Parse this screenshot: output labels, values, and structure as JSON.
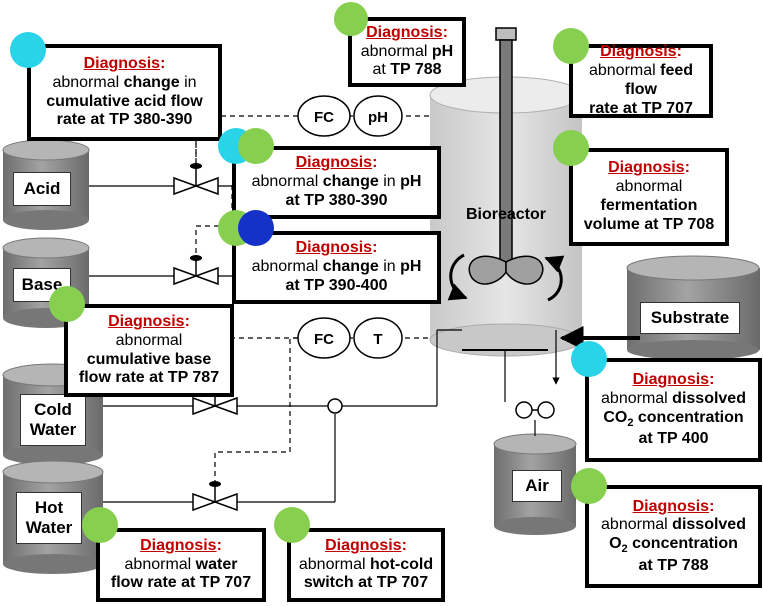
{
  "diagram": {
    "tanks": {
      "acid": "Acid",
      "base": "Base",
      "cold_water": [
        "Cold",
        "Water"
      ],
      "hot_water": [
        "Hot",
        "Water"
      ],
      "air": "Air",
      "substrate": "Substrate",
      "bioreactor": "Bioreactor"
    },
    "controllers": {
      "fc_top": "FC",
      "ph": "pH",
      "fc_bottom": "FC",
      "temp": "T"
    },
    "diagnoses": [
      {
        "id": "acid-flow",
        "header": "Diagnosis",
        "lines": [
          [
            [
              "abnormal ",
              0
            ],
            [
              "change",
              1
            ],
            [
              " in",
              0
            ]
          ],
          [
            [
              "cumulative acid flow",
              1
            ]
          ],
          [
            [
              "rate at TP 380-390",
              1
            ]
          ]
        ],
        "dots": [
          "#29d3e8"
        ]
      },
      {
        "id": "ph-788",
        "header": "Diagnosis",
        "lines": [
          [
            [
              "abnormal ",
              0
            ],
            [
              "pH",
              1
            ]
          ],
          [
            [
              "at ",
              0
            ],
            [
              "TP 788",
              1
            ]
          ]
        ],
        "dots": [
          "#86cf4f"
        ]
      },
      {
        "id": "feed-flow",
        "header": "Diagnosis",
        "lines": [
          [
            [
              "abnormal ",
              0
            ],
            [
              "feed flow",
              1
            ]
          ],
          [
            [
              "rate at TP 707",
              1
            ]
          ]
        ],
        "dots": [
          "#86cf4f"
        ]
      },
      {
        "id": "ph-change-380",
        "header": "Diagnosis",
        "lines": [
          [
            [
              "abnormal ",
              0
            ],
            [
              "change",
              1
            ],
            [
              " in ",
              0
            ],
            [
              "pH",
              1
            ]
          ],
          [
            [
              "at TP 380-390",
              1
            ]
          ]
        ],
        "dots": [
          "#29d3e8",
          "#86cf4f"
        ]
      },
      {
        "id": "fermentation-volume",
        "header": "Diagnosis",
        "lines": [
          [
            [
              "abnormal",
              0
            ]
          ],
          [
            [
              "fermentation",
              1
            ]
          ],
          [
            [
              "volume at TP 708",
              1
            ]
          ]
        ],
        "dots": [
          "#86cf4f"
        ]
      },
      {
        "id": "ph-change-390",
        "header": "Diagnosis",
        "lines": [
          [
            [
              "abnormal ",
              0
            ],
            [
              "change",
              1
            ],
            [
              " in ",
              0
            ],
            [
              "pH",
              1
            ]
          ],
          [
            [
              "at TP 390-400",
              1
            ]
          ]
        ],
        "dots": [
          "#86cf4f",
          "#1432c8"
        ]
      },
      {
        "id": "base-flow",
        "header": "Diagnosis",
        "lines": [
          [
            [
              "abnormal",
              0
            ]
          ],
          [
            [
              "cumulative base",
              1
            ]
          ],
          [
            [
              "flow rate at TP 787",
              1
            ]
          ]
        ],
        "dots": [
          "#86cf4f"
        ]
      },
      {
        "id": "co2",
        "header": "Diagnosis",
        "lines": [
          [
            [
              "abnormal ",
              0
            ],
            [
              "dissolved",
              1
            ]
          ],
          [
            [
              "CO",
              1
            ],
            [
              "2",
              2
            ],
            [
              " concentration",
              1
            ]
          ],
          [
            [
              "at TP 400",
              1
            ]
          ]
        ],
        "dots": [
          "#29d3e8"
        ]
      },
      {
        "id": "o2",
        "header": "Diagnosis",
        "lines": [
          [
            [
              "abnormal ",
              0
            ],
            [
              "dissolved",
              1
            ]
          ],
          [
            [
              "O",
              1
            ],
            [
              "2",
              2
            ],
            [
              " concentration",
              1
            ]
          ],
          [
            [
              "at TP 788",
              1
            ]
          ]
        ],
        "dots": [
          "#86cf4f"
        ]
      },
      {
        "id": "water-flow",
        "header": "Diagnosis",
        "lines": [
          [
            [
              "abnormal ",
              0
            ],
            [
              "water",
              1
            ]
          ],
          [
            [
              "flow rate at TP 707",
              1
            ]
          ]
        ],
        "dots": [
          "#86cf4f"
        ]
      },
      {
        "id": "hot-cold",
        "header": "Diagnosis",
        "lines": [
          [
            [
              "abnormal ",
              0
            ],
            [
              "hot-cold",
              1
            ]
          ],
          [
            [
              "switch at TP 707",
              1
            ]
          ]
        ],
        "dots": [
          "#86cf4f"
        ]
      }
    ],
    "colors": {
      "diagnosis_header": "#c00000",
      "tank_body": "#8c8c8c",
      "bioreactor_body": "#d8d8d8",
      "dot_cyan": "#29d3e8",
      "dot_green": "#86cf4f",
      "dot_blue": "#1432c8"
    }
  }
}
